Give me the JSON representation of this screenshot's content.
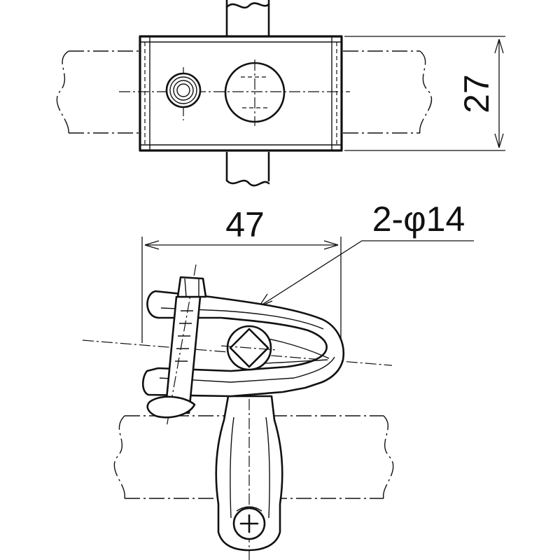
{
  "dimensions": {
    "height_label": "27",
    "width_label": "47",
    "hole_label": "2-φ14"
  }
}
